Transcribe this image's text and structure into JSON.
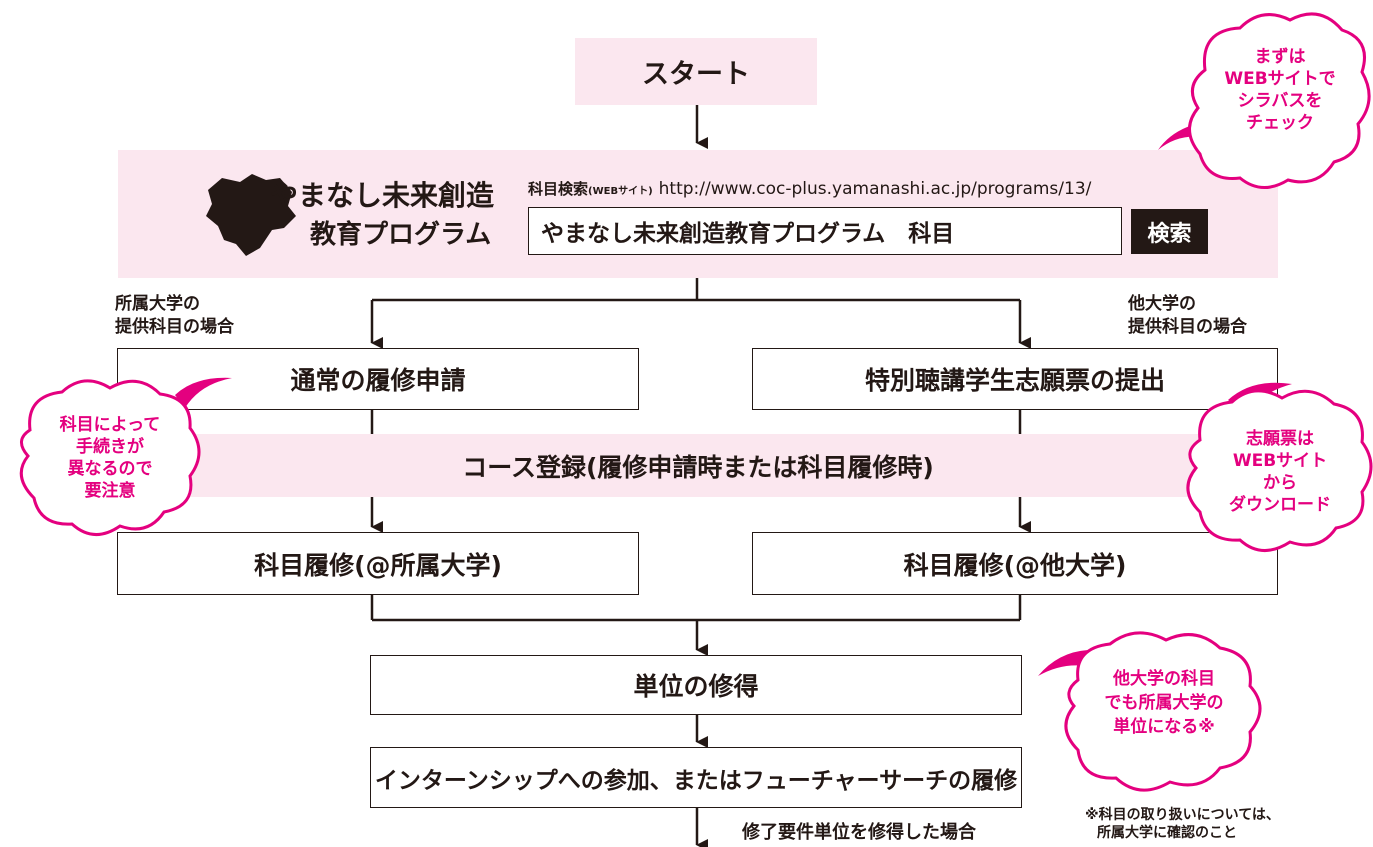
{
  "start": {
    "label": "スタート"
  },
  "logo": {
    "line1": "やまなし未来創造",
    "line2": "教育プログラム"
  },
  "search": {
    "caption_main": "科目検索",
    "caption_small": "(WEBサイト)",
    "url": "http://www.coc-plus.yamanashi.ac.jp/programs/13/",
    "query": "やまなし未来創造教育プログラム　科目",
    "button": "検索"
  },
  "branches": {
    "left_label_1": "所属大学の",
    "left_label_2": "提供科目の場合",
    "right_label_1": "他大学の",
    "right_label_2": "提供科目の場合"
  },
  "steps": {
    "normal_registration": "通常の履修申請",
    "special_application": "特別聴講学生志願票の提出",
    "course_registration": "コース登録(履修申請時または科目履修時)",
    "course_own": "科目履修(@所属大学)",
    "course_other": "科目履修(@他大学)",
    "credits": "単位の修得",
    "internship": "インターンシップへの参加、またはフューチャーサーチの履修",
    "completion": "修了要件単位を修得した場合"
  },
  "bubbles": {
    "check_syllabus": [
      "まずは",
      "WEBサイトで",
      "シラバスを",
      "チェック"
    ],
    "procedure_note": [
      "科目によって",
      "手続きが",
      "異なるので",
      "要注意"
    ],
    "application_form": [
      "志願票は",
      "WEBサイト",
      "から",
      "ダウンロード"
    ],
    "credits_note": [
      "他大学の科目",
      "でも所属大学の",
      "単位になる※"
    ]
  },
  "footnote": {
    "line1": "※科目の取り扱いについては、",
    "line2": "所属大学に確認のこと"
  },
  "colors": {
    "pink_fill": "#fbe7ef",
    "accent": "#e4007f",
    "ink": "#231815"
  }
}
